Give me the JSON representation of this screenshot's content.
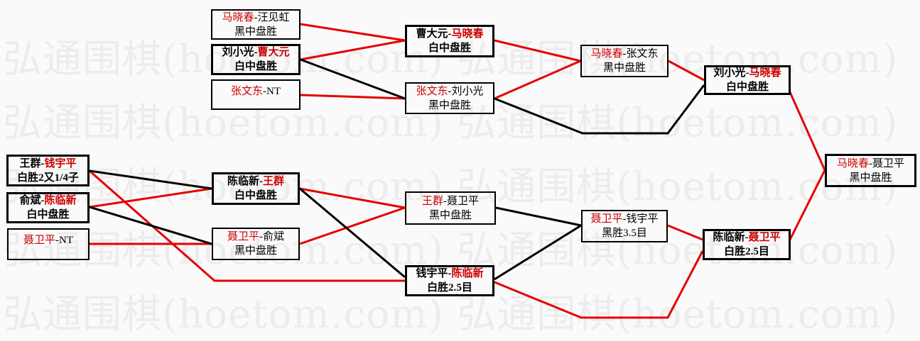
{
  "watermark": {
    "text": "弘通围棋(hoetom.com) 弘通围棋(hoetom.com)",
    "site": "hoetom.com"
  },
  "sep": "-",
  "colors": {
    "winner_name_red": "#cc0000",
    "advance_line_red": "#e60000",
    "advance_line_black": "#000000",
    "watermark_gray": "#ececec"
  },
  "matches": {
    "a1": {
      "p1": "马晓春",
      "p2": "汪见虹",
      "result": "黑中盘胜",
      "winner": "马晓春"
    },
    "a2": {
      "p1": "刘小光",
      "p2": "曹大元",
      "result": "白中盘胜",
      "winner": "曹大元"
    },
    "a3": {
      "p1": "张文东",
      "p2": "NT",
      "result": "",
      "winner": "张文东"
    },
    "b1": {
      "p1": "曹大元",
      "p2": "马晓春",
      "result": "白中盘胜",
      "winner": "马晓春"
    },
    "b2": {
      "p1": "张文东",
      "p2": "刘小光",
      "result": "黑中盘胜",
      "winner": "张文东"
    },
    "c1": {
      "p1": "马晓春",
      "p2": "张文东",
      "result": "黑中盘胜",
      "winner": "马晓春"
    },
    "d1": {
      "p1": "刘小光",
      "p2": "马晓春",
      "result": "白中盘胜",
      "winner": "马晓春"
    },
    "e1": {
      "p1": "王群",
      "p2": "钱宇平",
      "result": "白胜2又1/4子",
      "winner": "钱宇平"
    },
    "e2": {
      "p1": "俞斌",
      "p2": "陈临新",
      "result": "白中盘胜",
      "winner": "陈临新"
    },
    "e3": {
      "p1": "聂卫平",
      "p2": "NT",
      "result": "",
      "winner": "聂卫平"
    },
    "f1": {
      "p1": "陈临新",
      "p2": "王群",
      "result": "白中盘胜",
      "winner": "王群"
    },
    "f2": {
      "p1": "聂卫平",
      "p2": "俞斌",
      "result": "黑中盘胜",
      "winner": "聂卫平"
    },
    "g1": {
      "p1": "王群",
      "p2": "聂卫平",
      "result": "黑中盘胜",
      "winner": "王群"
    },
    "g2": {
      "p1": "钱宇平",
      "p2": "陈临新",
      "result": "白胜2.5目",
      "winner": "陈临新"
    },
    "h1": {
      "p1": "聂卫平",
      "p2": "钱宇平",
      "result": "黑胜3.5目",
      "winner": "聂卫平"
    },
    "i1": {
      "p1": "陈临新",
      "p2": "聂卫平",
      "result": "白胜2.5目",
      "winner": "聂卫平"
    },
    "fin": {
      "p1": "马晓春",
      "p2": "聂卫平",
      "result": "黑中盘胜",
      "winner": "马晓春"
    }
  }
}
